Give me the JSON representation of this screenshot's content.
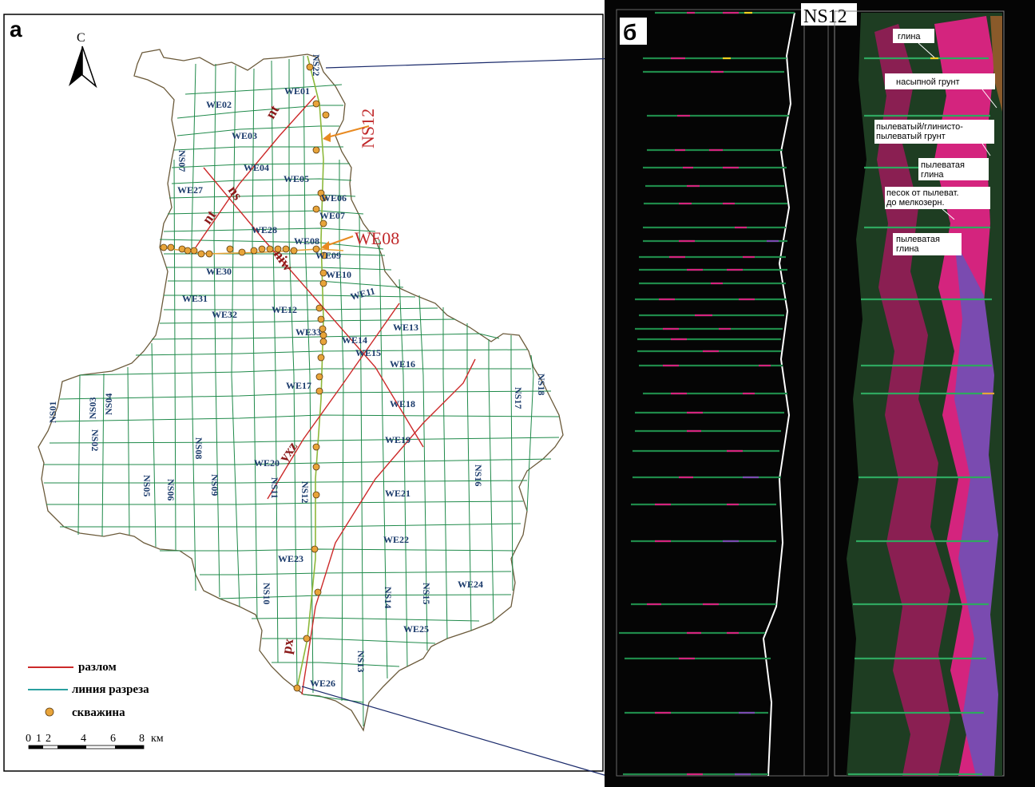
{
  "panel_a": {
    "label": "а",
    "north_label": "С",
    "highlight_labels": {
      "ns12": "NS12",
      "we08": "WE08"
    },
    "we_lines": [
      "WE01",
      "WE02",
      "WE03",
      "WE04",
      "WE05",
      "WE06",
      "WE07",
      "WE28",
      "WE08",
      "WE09",
      "WE30",
      "WE10",
      "WE11",
      "WE31",
      "WE32",
      "WE12",
      "WE33",
      "WE13",
      "WE14",
      "WE15",
      "WE16",
      "WE17",
      "WE18",
      "WE19",
      "WE20",
      "WE21",
      "WE22",
      "WE23",
      "WE24",
      "WE25",
      "WE26",
      "WE27"
    ],
    "ns_lines": [
      "NS01",
      "NS02",
      "NS03",
      "NS04",
      "NS05",
      "NS06",
      "NS07",
      "NS08",
      "NS09",
      "NS10",
      "NS11",
      "NS12",
      "NS13",
      "NS14",
      "NS15",
      "NS16",
      "NS17",
      "NS18",
      "NS22"
    ],
    "faults": [
      "nt",
      "ns",
      "nt",
      "niw",
      "yxz",
      "px"
    ],
    "legend": [
      {
        "label": "разлом",
        "color": "#cc2a2a",
        "type": "line"
      },
      {
        "label": "линия разреза",
        "color": "#2aa0a0",
        "type": "line"
      },
      {
        "label": "скважина",
        "color": "#e8a43a",
        "type": "dot"
      }
    ],
    "scale": {
      "ticks": [
        "0",
        "1",
        "2",
        "4",
        "6",
        "8"
      ],
      "unit": "км"
    }
  },
  "panel_b": {
    "label": "б",
    "section_title": "NS12",
    "layers": [
      "глина",
      "насыпной грунт",
      "пылеватый/глинисто-пылеватый грунт",
      "пылеватая глина",
      "песок от пылеват. до мелкозерн.",
      "пылеватая глина"
    ]
  },
  "colors": {
    "grid": "#1f8a4a",
    "fault": "#cc2a2a",
    "well": "#e8a43a",
    "section": "#8db83a",
    "navy": "#1a2a6b",
    "clay": "#d4247e",
    "silt": "#1e3d22",
    "sand": "#7a4bb0"
  }
}
